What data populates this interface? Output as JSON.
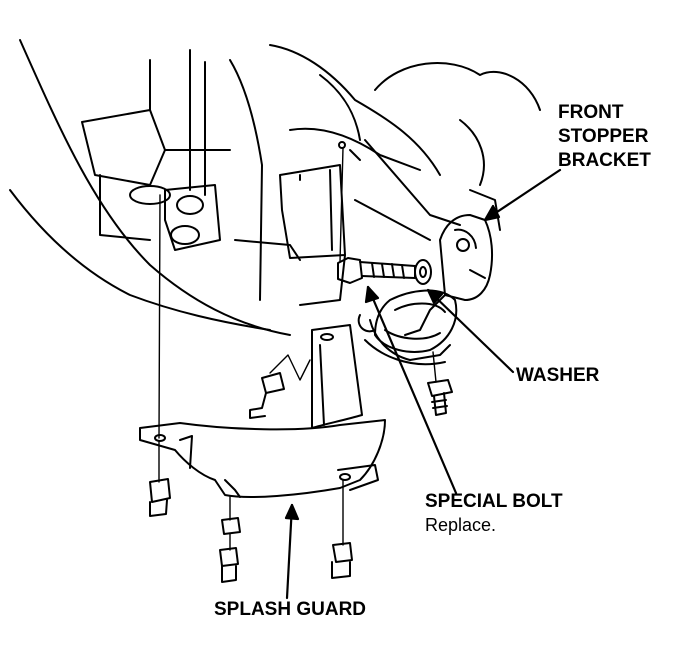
{
  "labels": {
    "front_stopper_bracket": [
      "FRONT",
      "STOPPER",
      "BRACKET"
    ],
    "washer": "WASHER",
    "special_bolt": "SPECIAL BOLT",
    "special_bolt_note": "Replace.",
    "splash_guard": "SPLASH GUARD"
  },
  "colors": {
    "line": "#000000",
    "background": "#ffffff"
  }
}
